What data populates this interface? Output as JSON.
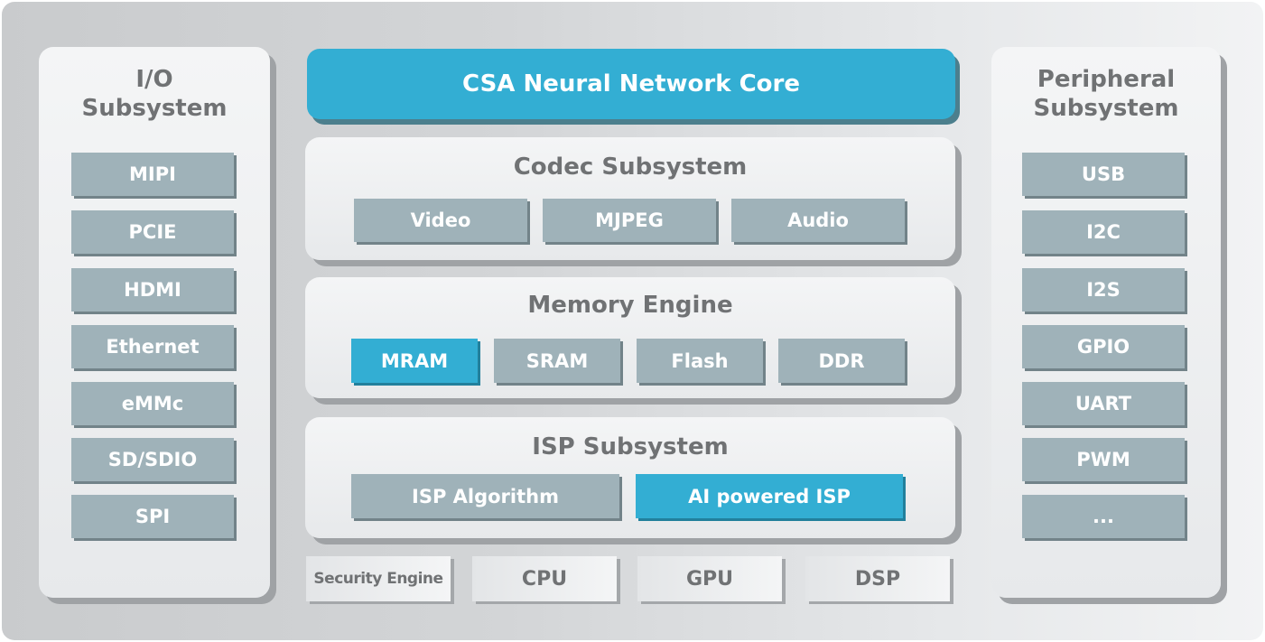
{
  "io_subsystem": {
    "title_line1": "I/O",
    "title_line2": "Subsystem",
    "items": [
      "MIPI",
      "PCIE",
      "HDMI",
      "Ethernet",
      "eMMc",
      "SD/SDIO",
      "SPI"
    ]
  },
  "core": {
    "label": "CSA Neural Network Core",
    "color": "#33aed3"
  },
  "codec_subsystem": {
    "title": "Codec Subsystem",
    "items": [
      "Video",
      "MJPEG",
      "Audio"
    ]
  },
  "memory_engine": {
    "title": "Memory Engine",
    "items": [
      "MRAM",
      "SRAM",
      "Flash",
      "DDR"
    ],
    "highlighted": "MRAM"
  },
  "isp_subsystem": {
    "title": "ISP Subsystem",
    "items": [
      "ISP Algorithm",
      "AI powered ISP"
    ],
    "highlighted": "AI powered ISP"
  },
  "base_units": [
    "Security Engine",
    "CPU",
    "GPU",
    "DSP"
  ],
  "peripheral_subsystem": {
    "title_line1": "Peripheral",
    "title_line2": "Subsystem",
    "items": [
      "USB",
      "I2C",
      "I2S",
      "GPIO",
      "UART",
      "PWM",
      "..."
    ]
  },
  "colors": {
    "accent": "#33aed3",
    "chip": "#9fb2b9",
    "title_text": "#707274"
  }
}
